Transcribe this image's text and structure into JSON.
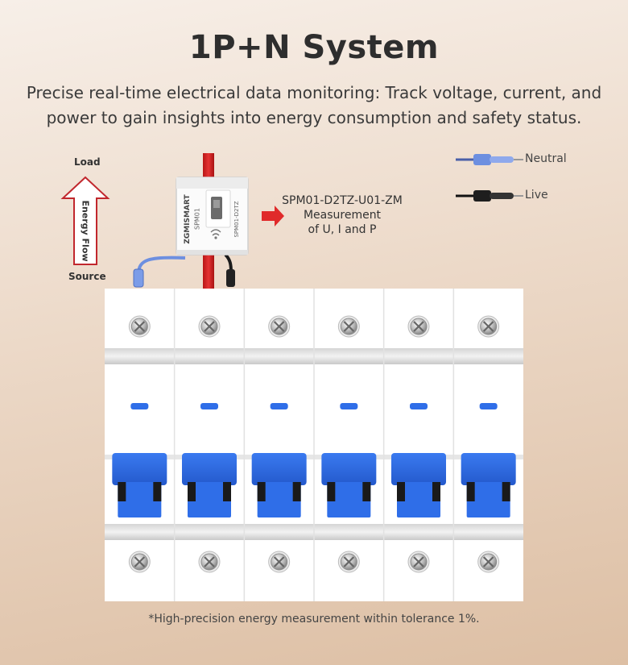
{
  "title": "1P+N System",
  "subtitle_line1": "Precise real-time electrical data monitoring: Track voltage, current, and",
  "subtitle_line2": "power to gain insights into energy consumption and safety status.",
  "energy_flow": {
    "load_label": "Load",
    "source_label": "Source",
    "arrow_label": "Energy Flow"
  },
  "legend": {
    "neutral_label": "Neutral",
    "live_label": "Live",
    "neutral_color": "#6d8fe0",
    "live_color": "#1e1e1e"
  },
  "device": {
    "brand": "ZGMISMART",
    "model_short": "SPM01",
    "model_side": "SPM01-D2TZ",
    "model_full": "SPM01-D2TZ-U01-ZM",
    "measure_line1": "Measurement",
    "measure_line2": "of U, I and P"
  },
  "breaker_panel": {
    "module_count": 6,
    "handle_color": "#2f6ee8",
    "indicator_color": "#2f6ee8"
  },
  "footnote": "*High-precision energy measurement within tolerance 1%."
}
